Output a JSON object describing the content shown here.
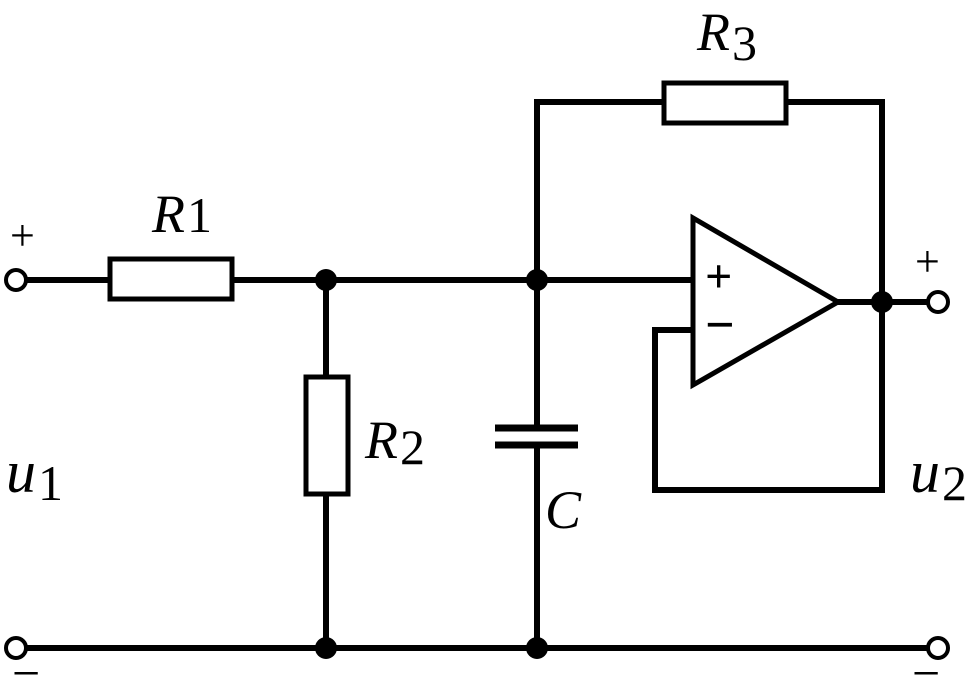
{
  "labels": {
    "r1": {
      "main": "R",
      "sub": "1"
    },
    "r2": {
      "main": "R",
      "sub": "2"
    },
    "r3": {
      "main": "R",
      "sub": "3"
    },
    "c": "C",
    "u1": {
      "main": "u",
      "sub": "1"
    },
    "u2": {
      "main": "u",
      "sub": "2"
    }
  },
  "signs": {
    "input_plus": "+",
    "input_minus": "−",
    "output_plus": "+",
    "output_minus": "−",
    "opamp_noninverting": "+",
    "opamp_inverting": "−"
  }
}
